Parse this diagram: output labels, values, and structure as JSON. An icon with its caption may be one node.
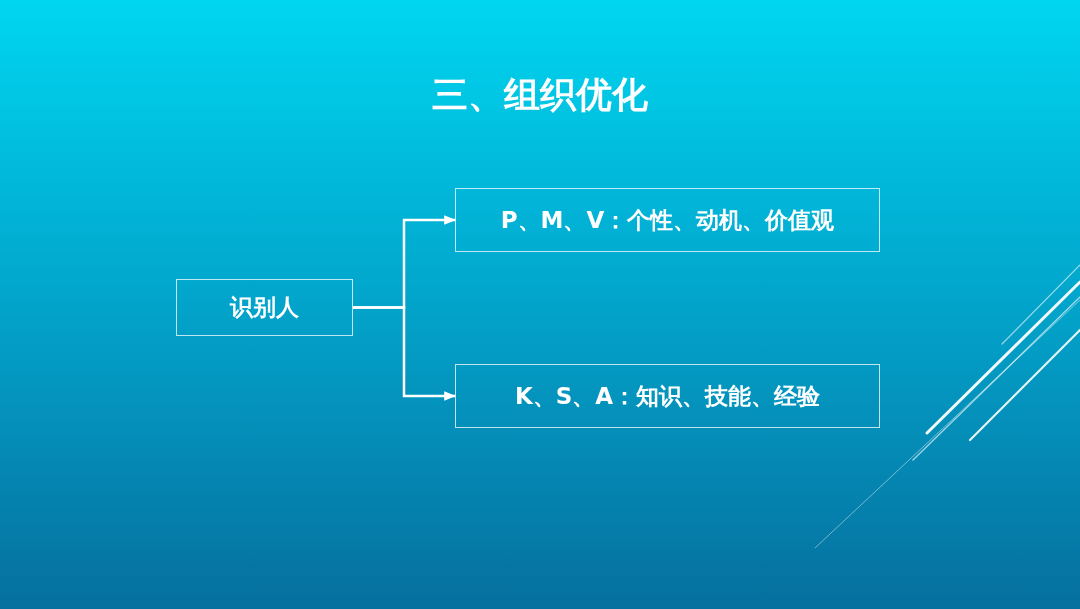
{
  "diagram": {
    "title": "三、组织优化",
    "nodes": [
      {
        "text": [
          "识别人"
        ]
      },
      {
        "text": [
          "P、M、V：个性、动机、价值观"
        ]
      },
      {
        "text": [
          "K、S、A：知识、技能、经验"
        ]
      }
    ],
    "edges": [
      {
        "from": 0,
        "to": 1,
        "arrow": "to"
      },
      {
        "from": 0,
        "to": 2,
        "arrow": "to"
      }
    ]
  }
}
